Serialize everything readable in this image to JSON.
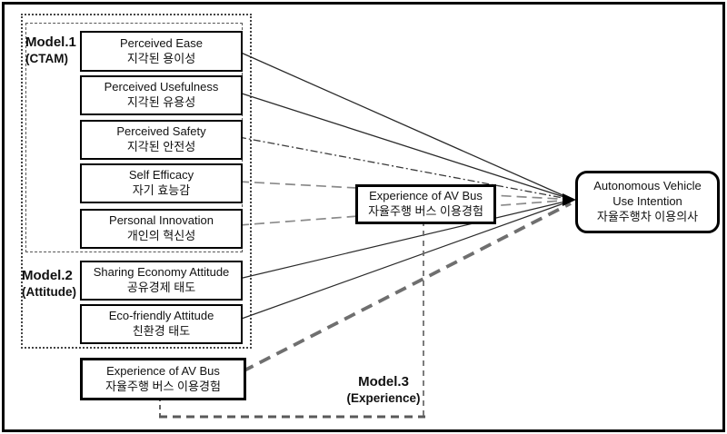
{
  "diagram": {
    "groups": {
      "model1": {
        "name": "Model.1",
        "qualifier": "(CTAM)"
      },
      "model2": {
        "name": "Model.2",
        "qualifier": "(Attitude)"
      },
      "model3": {
        "name": "Model.3",
        "qualifier": "(Experience)"
      }
    },
    "constructs": {
      "perceived_ease": {
        "en": "Perceived Ease",
        "ko": "지각된 용이성"
      },
      "perceived_usefulness": {
        "en": "Perceived Usefulness",
        "ko": "지각된 유용성"
      },
      "perceived_safety": {
        "en": "Perceived Safety",
        "ko": "지각된 안전성"
      },
      "self_efficacy": {
        "en": "Self Efficacy",
        "ko": "자기 효능감"
      },
      "personal_innovation": {
        "en": "Personal Innovation",
        "ko": "개인의 혁신성"
      },
      "sharing_economy_attitude": {
        "en": "Sharing Economy Attitude",
        "ko": "공유경제 태도"
      },
      "eco_friendly_attitude": {
        "en": "Eco-friendly Attitude",
        "ko": "친환경 태도"
      },
      "experience_av_bus": {
        "en": "Experience of AV Bus",
        "ko": "자율주행 버스 이용경험"
      },
      "experience_av_bus_moderator": {
        "en": "Experience of AV Bus",
        "ko": "자율주행 버스 이용경험"
      },
      "av_use_intention": {
        "en_line1": "Autonomous Vehicle",
        "en_line2": "Use Intention",
        "ko": "자율주행차 이용의사"
      }
    },
    "colors": {
      "solid_line": "#2a2a2a",
      "gray_dash": "#8a8a8a",
      "thick_dash": "#6f6f6f",
      "arrowhead": "#000000",
      "background": "#ffffff",
      "border": "#000000"
    }
  }
}
